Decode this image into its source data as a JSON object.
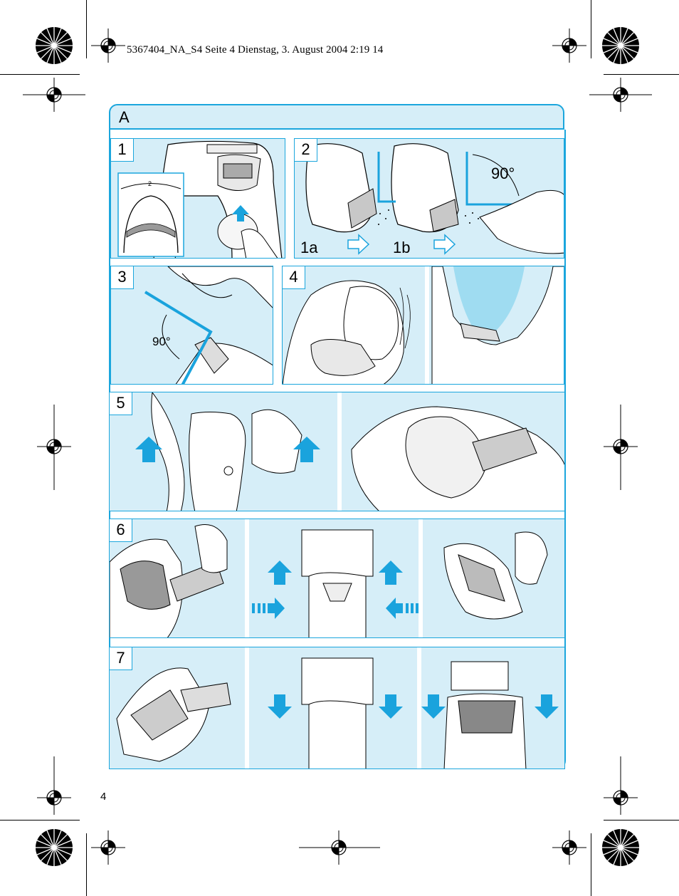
{
  "header": {
    "print_slug": "5367404_NA_S4  Seite 4  Dienstag, 3. August 2004  2:19 14"
  },
  "section": {
    "letter": "A"
  },
  "steps": [
    {
      "number": "1"
    },
    {
      "number": "2",
      "labels": [
        "1a",
        "1b",
        "90°"
      ]
    },
    {
      "number": "3",
      "labels": [
        "90°"
      ]
    },
    {
      "number": "4"
    },
    {
      "number": "5"
    },
    {
      "number": "6"
    },
    {
      "number": "7"
    }
  ],
  "footer": {
    "page_number": "4"
  },
  "colors": {
    "accent": "#1ba6dd",
    "panel_fill": "#d6eef8",
    "arrow": "#1aa3dd"
  },
  "icons": [
    "registration-mark-icon",
    "color-target-icon",
    "arrow-up-icon",
    "arrow-down-icon",
    "arrow-right-icon",
    "hollow-arrow-right-icon"
  ]
}
